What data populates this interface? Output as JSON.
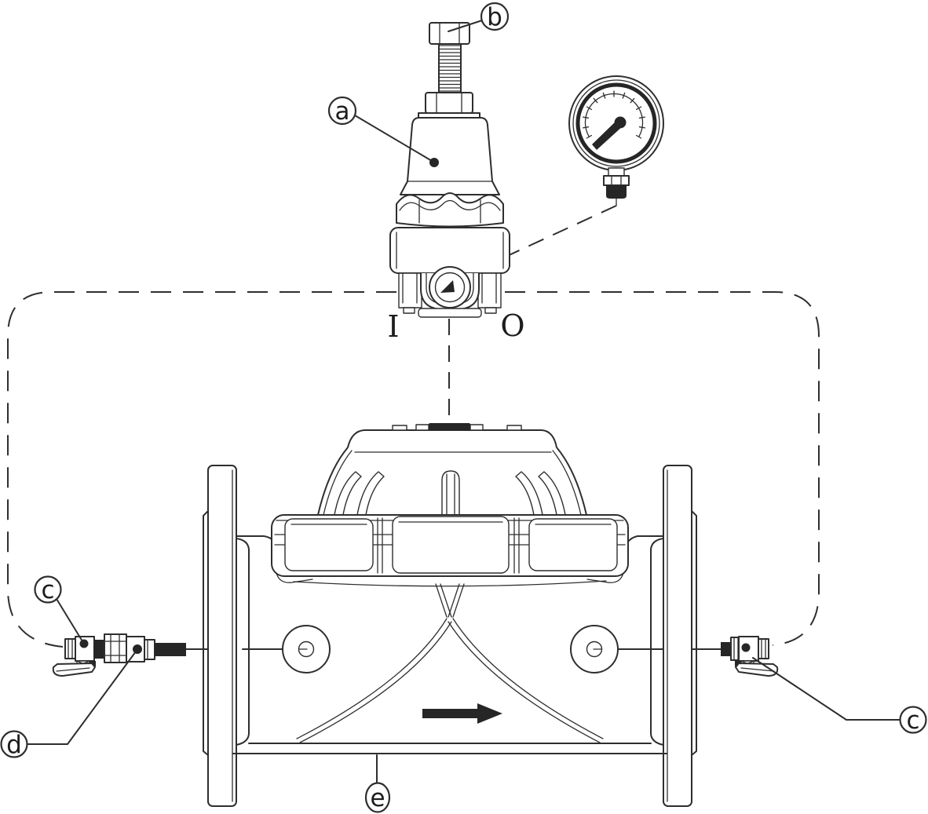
{
  "diagram": {
    "description": "Pilot operated pressure reducing valve installation drawing",
    "colors": {
      "line": "#2e2e2e",
      "dark_fill": "#262626",
      "background": "#ffffff"
    },
    "callouts": {
      "a": {
        "label": "a",
        "target": "pilot-valve-spring-chamber"
      },
      "b": {
        "label": "b",
        "target": "adjustment-bolt"
      },
      "c_left": {
        "label": "c",
        "target": "isolation-ball-valve-left"
      },
      "c_right": {
        "label": "c",
        "target": "isolation-ball-valve-right"
      },
      "d": {
        "label": "d",
        "target": "strainer-fitting"
      },
      "e": {
        "label": "e",
        "target": "main-valve-body"
      }
    },
    "ports": {
      "inlet": "I",
      "outlet": "O"
    }
  }
}
